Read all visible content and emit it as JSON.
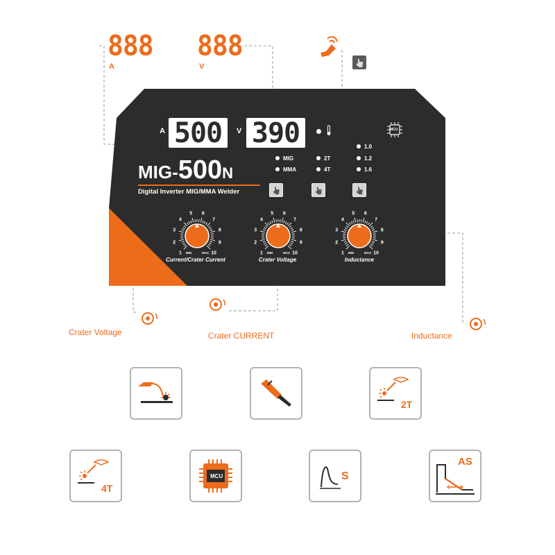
{
  "top": {
    "amp_display": "888",
    "amp_unit": "A",
    "volt_display": "888",
    "volt_unit": "V"
  },
  "panel": {
    "amp_label": "A",
    "amp_value": "500",
    "volt_label": "V",
    "volt_value": "390",
    "model_prefix": "MIG-",
    "model_number": "500",
    "model_suffix": "N",
    "subtitle": "Digital Inverter MIG/MMA Welder",
    "mode_mig": "MIG",
    "mode_mma": "MMA",
    "trig_2t": "2T",
    "trig_4t": "4T",
    "wire_1": "1.0",
    "wire_2": "1.2",
    "wire_3": "1.6",
    "mcu_chip": "MCU",
    "dials": [
      {
        "label": "Current/Crater Current",
        "min": "MIN",
        "max": "MAX"
      },
      {
        "label": "Crater Voltage",
        "min": "MIN",
        "max": "MAX"
      },
      {
        "label": "Inductance",
        "min": "MIN",
        "max": "MAX"
      }
    ],
    "scale": [
      "1",
      "2",
      "3",
      "4",
      "5",
      "6",
      "7",
      "8",
      "9",
      "10"
    ]
  },
  "callouts": {
    "crater_voltage": "Crater Voltage",
    "crater_current": "Crater CURRENT",
    "inductance": "Inductance"
  },
  "features": {
    "twoT_label": "2T",
    "fourT_label": "4T",
    "mcu_label": "MCU",
    "s_label": "S",
    "as_label": "AS"
  },
  "colors": {
    "accent": "#ec6c1b",
    "panel": "#2c2c2c",
    "border": "#b3b3b3"
  }
}
